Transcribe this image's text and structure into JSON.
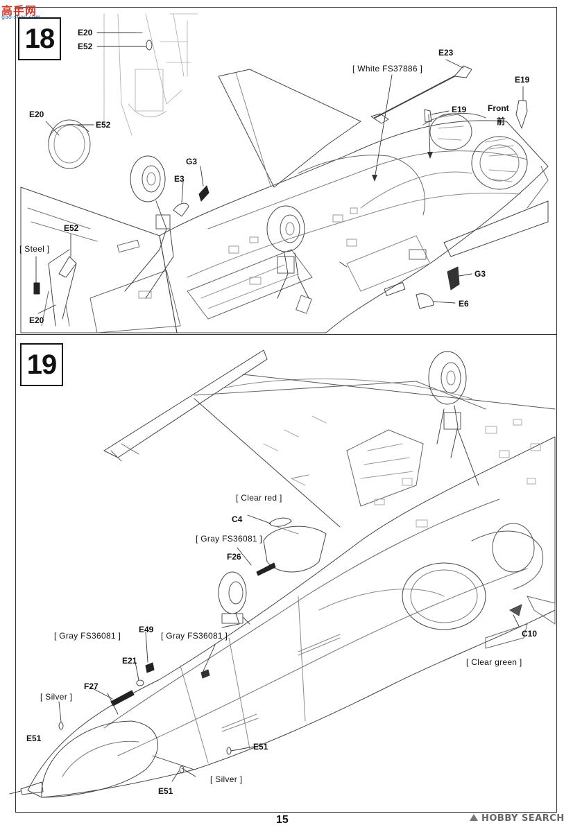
{
  "watermark": {
    "top_text": "高手网",
    "top_url": "gao-shou.com",
    "bottom_text": "HOBBY SEARCH"
  },
  "page_number": "15",
  "step18": {
    "number": "18",
    "labels": {
      "e20_top": "E20",
      "e52_top": "E52",
      "e20_ring": "E20",
      "e52_ring": "E52",
      "e23": "E23",
      "e19_top": "E19",
      "e19_mid": "E19",
      "front": "Front",
      "front_cn": "前",
      "g3_left": "G3",
      "e3": "E3",
      "e52_gear": "E52",
      "e20_bottom": "E20",
      "g3_right": "G3",
      "e6": "E6"
    },
    "paint": {
      "white": "[ White FS37886 ]",
      "steel": "[ Steel ]"
    }
  },
  "step19": {
    "number": "19",
    "labels": {
      "c4": "C4",
      "f26": "F26",
      "e49": "E49",
      "e21": "E21",
      "f27": "F27",
      "e51_left": "E51",
      "e51_right": "E51",
      "e51_bottom": "E51",
      "c10": "C10"
    },
    "paint": {
      "clear_red": "[ Clear red ]",
      "gray_1": "[ Gray FS36081 ]",
      "gray_2": "[ Gray FS36081 ]",
      "gray_3": "[ Gray FS36081 ]",
      "silver_1": "[ Silver ]",
      "silver_2": "[ Silver ]",
      "clear_green": "[ Clear green ]"
    }
  }
}
